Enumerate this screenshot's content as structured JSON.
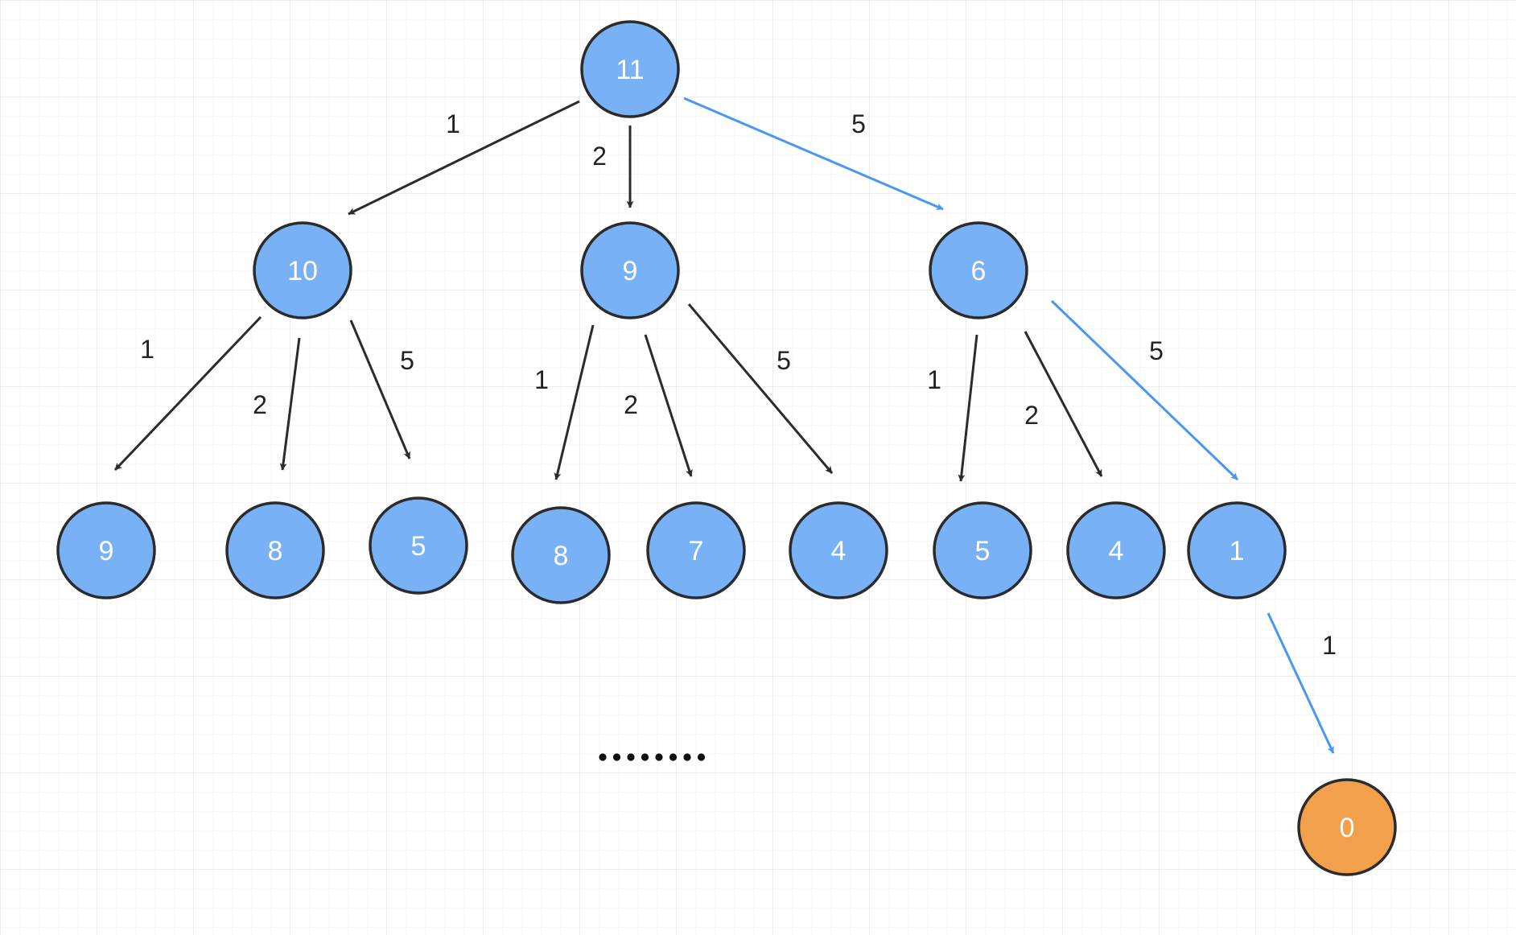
{
  "colors": {
    "node_fill": "#79b1f7",
    "target_fill": "#f2a04b",
    "node_stroke": "#2b2b2b",
    "edge_default": "#2b2b2b",
    "edge_highlight": "#4a96f2",
    "grid_minor": "#f1f1f1",
    "grid_major": "#e6e6e6",
    "ellipsis": "#111111"
  },
  "nodes": [
    {
      "id": "n_root",
      "label": "11",
      "kind": "normal"
    },
    {
      "id": "n_10",
      "label": "10",
      "kind": "normal"
    },
    {
      "id": "n_9",
      "label": "9",
      "kind": "normal"
    },
    {
      "id": "n_6",
      "label": "6",
      "kind": "normal"
    },
    {
      "id": "n_10_9",
      "label": "9",
      "kind": "normal"
    },
    {
      "id": "n_10_8",
      "label": "8",
      "kind": "normal"
    },
    {
      "id": "n_10_5",
      "label": "5",
      "kind": "normal"
    },
    {
      "id": "n_9_8",
      "label": "8",
      "kind": "normal"
    },
    {
      "id": "n_9_7",
      "label": "7",
      "kind": "normal"
    },
    {
      "id": "n_9_4",
      "label": "4",
      "kind": "normal"
    },
    {
      "id": "n_6_5",
      "label": "5",
      "kind": "normal"
    },
    {
      "id": "n_6_4",
      "label": "4",
      "kind": "normal"
    },
    {
      "id": "n_6_1",
      "label": "1",
      "kind": "normal"
    },
    {
      "id": "n_0",
      "label": "0",
      "kind": "target"
    }
  ],
  "edges": [
    {
      "from": "n_root",
      "to": "n_10",
      "label": "1",
      "highlight": false
    },
    {
      "from": "n_root",
      "to": "n_9",
      "label": "2",
      "highlight": false
    },
    {
      "from": "n_root",
      "to": "n_6",
      "label": "5",
      "highlight": true
    },
    {
      "from": "n_10",
      "to": "n_10_9",
      "label": "1",
      "highlight": false
    },
    {
      "from": "n_10",
      "to": "n_10_8",
      "label": "2",
      "highlight": false
    },
    {
      "from": "n_10",
      "to": "n_10_5",
      "label": "5",
      "highlight": false
    },
    {
      "from": "n_9",
      "to": "n_9_8",
      "label": "1",
      "highlight": false
    },
    {
      "from": "n_9",
      "to": "n_9_7",
      "label": "2",
      "highlight": false
    },
    {
      "from": "n_9",
      "to": "n_9_4",
      "label": "5",
      "highlight": false
    },
    {
      "from": "n_6",
      "to": "n_6_5",
      "label": "1",
      "highlight": false
    },
    {
      "from": "n_6",
      "to": "n_6_4",
      "label": "2",
      "highlight": false
    },
    {
      "from": "n_6",
      "to": "n_6_1",
      "label": "5",
      "highlight": true
    },
    {
      "from": "n_6_1",
      "to": "n_0",
      "label": "1",
      "highlight": true
    }
  ],
  "ellipsis": {
    "dot_count": 8
  }
}
